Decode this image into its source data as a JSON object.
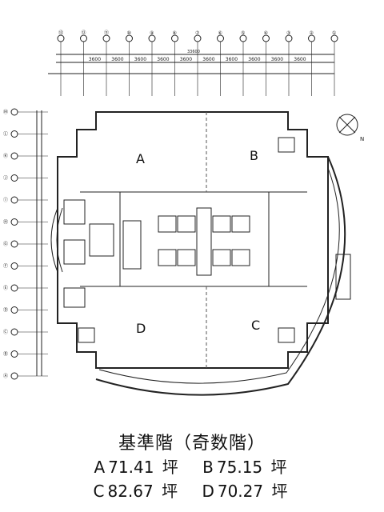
{
  "plan": {
    "units": [
      "A",
      "B",
      "C",
      "D"
    ],
    "compass_label": "N",
    "column_labels": [
      "⑬",
      "⑫",
      "⑪",
      "⑩",
      "⑨",
      "⑧",
      "⑦",
      "⑥",
      "⑤",
      "④",
      "③",
      "②",
      "①"
    ],
    "row_labels": [
      "Ⓜ",
      "Ⓛ",
      "Ⓚ",
      "Ⓙ",
      "Ⓘ",
      "Ⓗ",
      "Ⓖ",
      "Ⓕ",
      "Ⓔ",
      "Ⓓ",
      "Ⓒ",
      "Ⓑ",
      "Ⓐ"
    ],
    "total_dimension": "33600",
    "bay_dimensions": [
      "3600",
      "3600",
      "3600",
      "3600",
      "3600",
      "3600",
      "3600",
      "3600",
      "3600",
      "3600"
    ]
  },
  "caption": {
    "title": "基準階（奇数階）",
    "areas": [
      {
        "unit": "A",
        "value": "71.41",
        "unit_label": "坪"
      },
      {
        "unit": "B",
        "value": "75.15",
        "unit_label": "坪"
      },
      {
        "unit": "C",
        "value": "82.67",
        "unit_label": "坪"
      },
      {
        "unit": "D",
        "value": "70.27",
        "unit_label": "坪"
      }
    ]
  }
}
